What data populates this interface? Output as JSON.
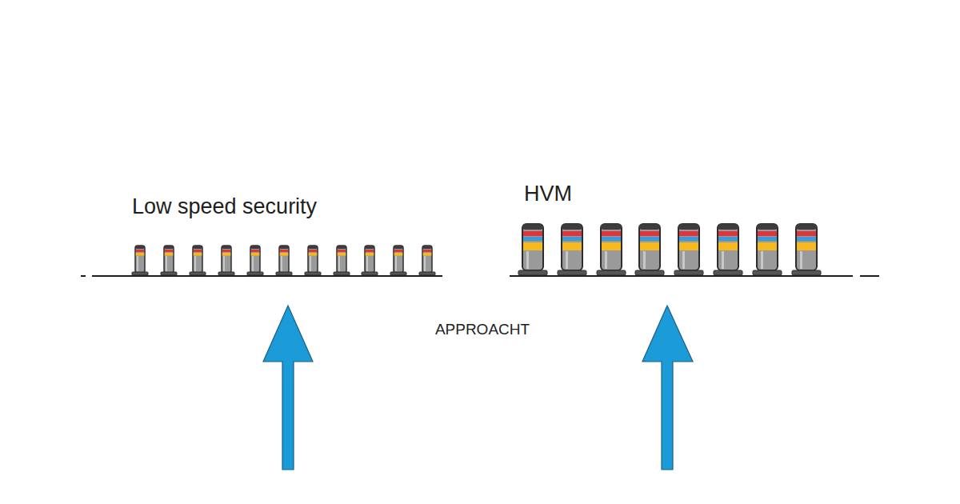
{
  "diagram": {
    "labels": [
      "Low speed security",
      "HVM",
      "APPROACHT"
    ]
  }
}
